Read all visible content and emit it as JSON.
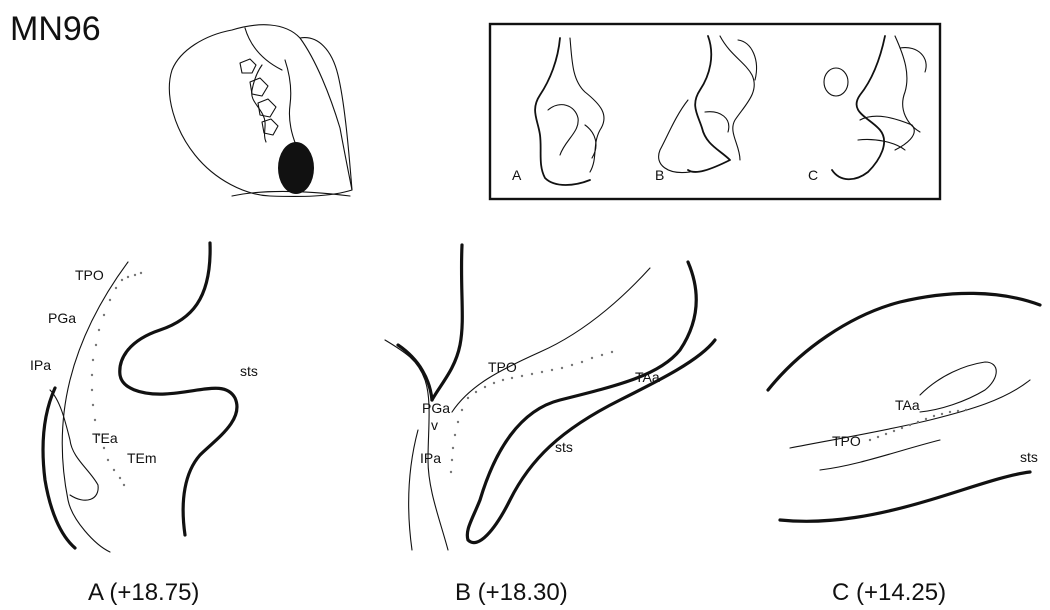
{
  "title": "MN96",
  "inset_labels": [
    "A",
    "B",
    "C"
  ],
  "sections": [
    {
      "caption": "A (+18.75)",
      "labels": {
        "tpo": "TPO",
        "pga": "PGa",
        "ipa": "IPa",
        "sts": "sts",
        "tea": "TEa",
        "tem": "TEm"
      }
    },
    {
      "caption": "B (+18.30)",
      "labels": {
        "tpo": "TPO",
        "taa": "TAa",
        "pga": "PGa",
        "ipa": "IPa",
        "sts": "sts",
        "arrow": "v"
      }
    },
    {
      "caption": "C (+14.25)",
      "labels": {
        "taa": "TAa",
        "tpo": "TPO",
        "sts": "sts"
      }
    }
  ]
}
